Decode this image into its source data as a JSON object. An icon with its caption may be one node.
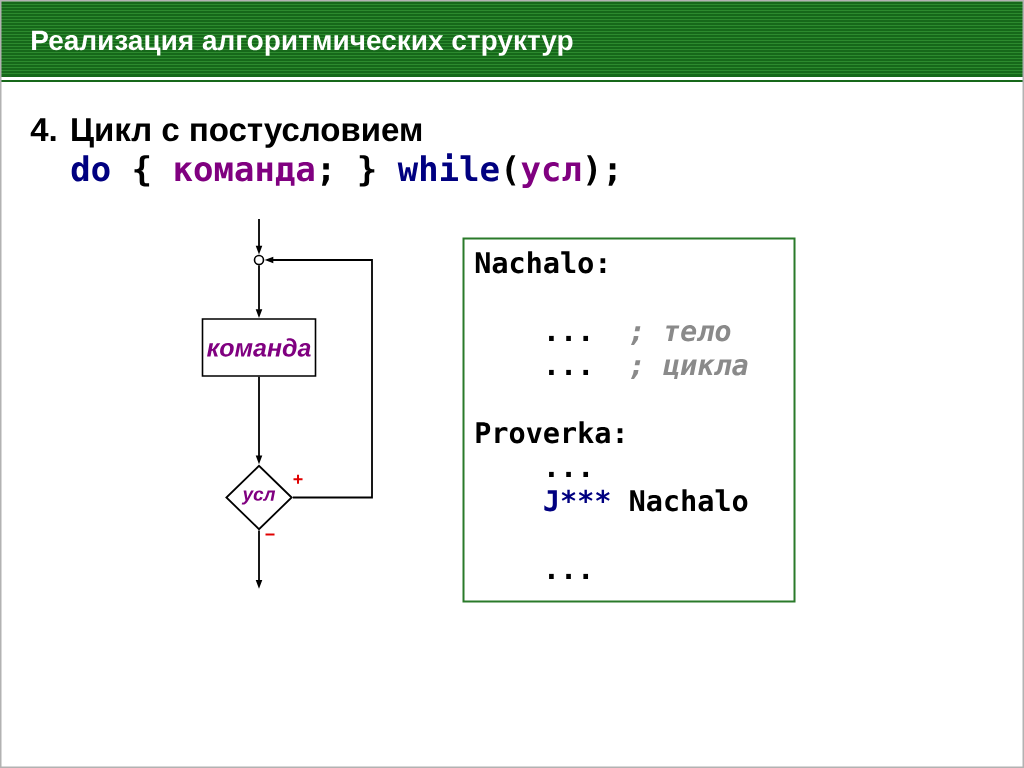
{
  "diagram": {
    "title": "Реализация алгоритмических структур",
    "nodes": [
      {
        "text": [],
        "shape": "circle"
      },
      {
        "text": [
          "команда"
        ]
      },
      {
        "text": [
          "усл"
        ]
      },
      {
        "text": [
          "Nachalo:",
          "...",
          "; тело",
          "...",
          "; цикла",
          "Proverka:",
          "...",
          "J***",
          "Nachalo",
          "..."
        ]
      }
    ],
    "edges": [
      {
        "from": null,
        "to": 0,
        "arrow": "to"
      },
      {
        "from": 0,
        "to": 1,
        "arrow": "to"
      },
      {
        "from": 1,
        "to": 2,
        "arrow": "to"
      },
      {
        "from": 2,
        "to": 0,
        "arrow": "to",
        "label": "+"
      },
      {
        "from": 2,
        "to": null,
        "arrow": "to",
        "label": "−"
      }
    ],
    "labels": [
      "4. Цикл с постусловием",
      "do",
      "{",
      "команда",
      "; }",
      "while",
      "(",
      "усл",
      ");"
    ]
  }
}
